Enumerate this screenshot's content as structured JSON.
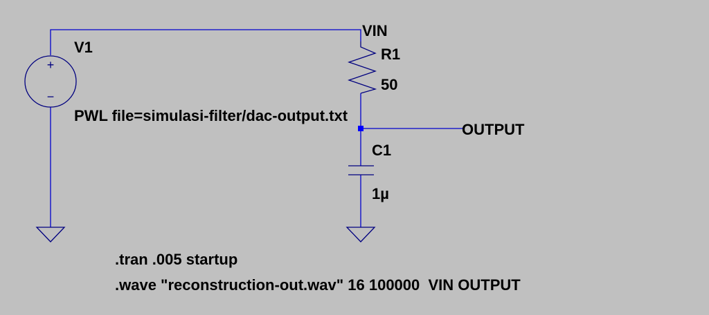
{
  "colors": {
    "background": "#c0c0c0",
    "wire": "#0000cc",
    "symbol": "#00007f",
    "junction": "#0000ff",
    "text": "#000000"
  },
  "source": {
    "name": "V1",
    "plus_sign": "+",
    "minus_sign": "−",
    "value": "PWL file=simulasi-filter/dac-output.txt"
  },
  "resistor": {
    "name": "R1",
    "value": "50"
  },
  "capacitor": {
    "name": "C1",
    "value": "1µ"
  },
  "net_labels": {
    "vin": "VIN",
    "output": "OUTPUT"
  },
  "directives": {
    "tran": ".tran .005 startup",
    "wave": ".wave \"reconstruction-out.wav\" 16 100000  VIN OUTPUT"
  }
}
